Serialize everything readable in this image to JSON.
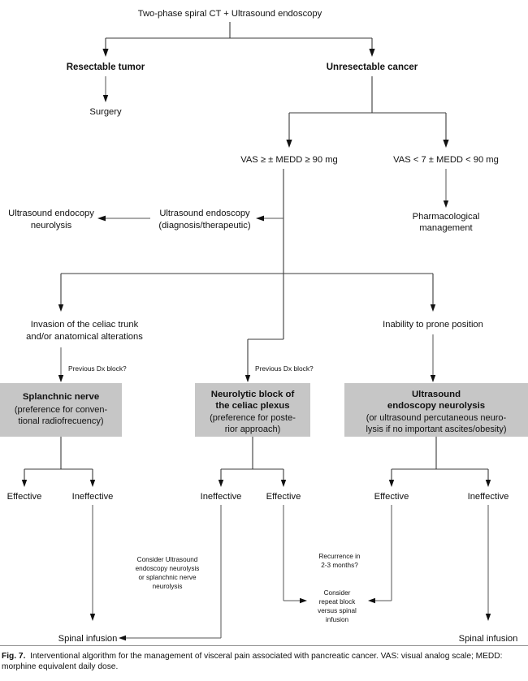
{
  "figure": {
    "label": "Fig. 7.",
    "caption": "Interventional algorithm for the management of visceral pain associated with pancreatic cancer. VAS: visual analog scale; MEDD: morphine equivalent daily dose.",
    "background_color": "#ffffff",
    "box_fill_color": "#c6c6c6",
    "connector_color": "#3b3b3b"
  },
  "chart_data": {
    "type": "diagram",
    "title": "Interventional algorithm for the management of visceral pain associated with pancreatic cancer"
  },
  "nodes": {
    "root": "Two-phase spiral CT + Ultrasound endoscopy",
    "resectable": "Resectable tumor",
    "unresectable": "Unresectable cancer",
    "surgery": "Surgery",
    "vas_high": "VAS ≥ ± MEDD ≥ 90 mg",
    "vas_low": "VAS < 7 ± MEDD < 90 mg",
    "pharm_line1": "Pharmacological",
    "pharm_line2": "management",
    "us_endoscopy_line1": "Ultrasound endoscopy",
    "us_endoscopy_line2": "(diagnosis/therapeutic)",
    "us_neurolysis_line1": "Ultrasound endocopy",
    "us_neurolysis_line2": "neurolysis",
    "invasion_line1": "Invasion of the celiac trunk",
    "invasion_line2": "and/or anatomical alterations",
    "prone": "Inability to prone position",
    "prev_dx_left": "Previous Dx block?",
    "prev_dx_mid": "Previous Dx block?"
  },
  "boxes": [
    {
      "id": "splanchnic",
      "title": "Splanchnic nerve",
      "detail": [
        "(preference for conven-",
        "tional radiofrecuency)"
      ]
    },
    {
      "id": "neurolytic",
      "title_lines": [
        "Neurolytic block of",
        "the celiac plexus"
      ],
      "detail": [
        "(preference for poste-",
        "rior approach)"
      ]
    },
    {
      "id": "us-neurolysis",
      "title_lines": [
        "Ultrasound",
        "endoscopy neurolysis"
      ],
      "detail": [
        "(or ultrasound percutaneous neuro-",
        "lysis if no important ascites/obesity)"
      ]
    }
  ],
  "outcomes": {
    "left_effective": "Effective",
    "left_ineffective": "Ineffective",
    "mid_ineffective": "Ineffective",
    "mid_effective": "Effective",
    "right_effective": "Effective",
    "right_ineffective": "Ineffective"
  },
  "annotations": {
    "consider_us": [
      "Consider Ultrasound",
      "endoscopy neurolysis",
      "or splanchnic nerve",
      "neurolysis"
    ],
    "recurrence": [
      "Recurrence in",
      "2-3 months?"
    ],
    "repeat_block": [
      "Consider",
      "repeat block",
      "versus spinal",
      "infusion"
    ]
  },
  "terminals": {
    "spinal_left": "Spinal infusion",
    "spinal_right": "Spinal infusion"
  }
}
